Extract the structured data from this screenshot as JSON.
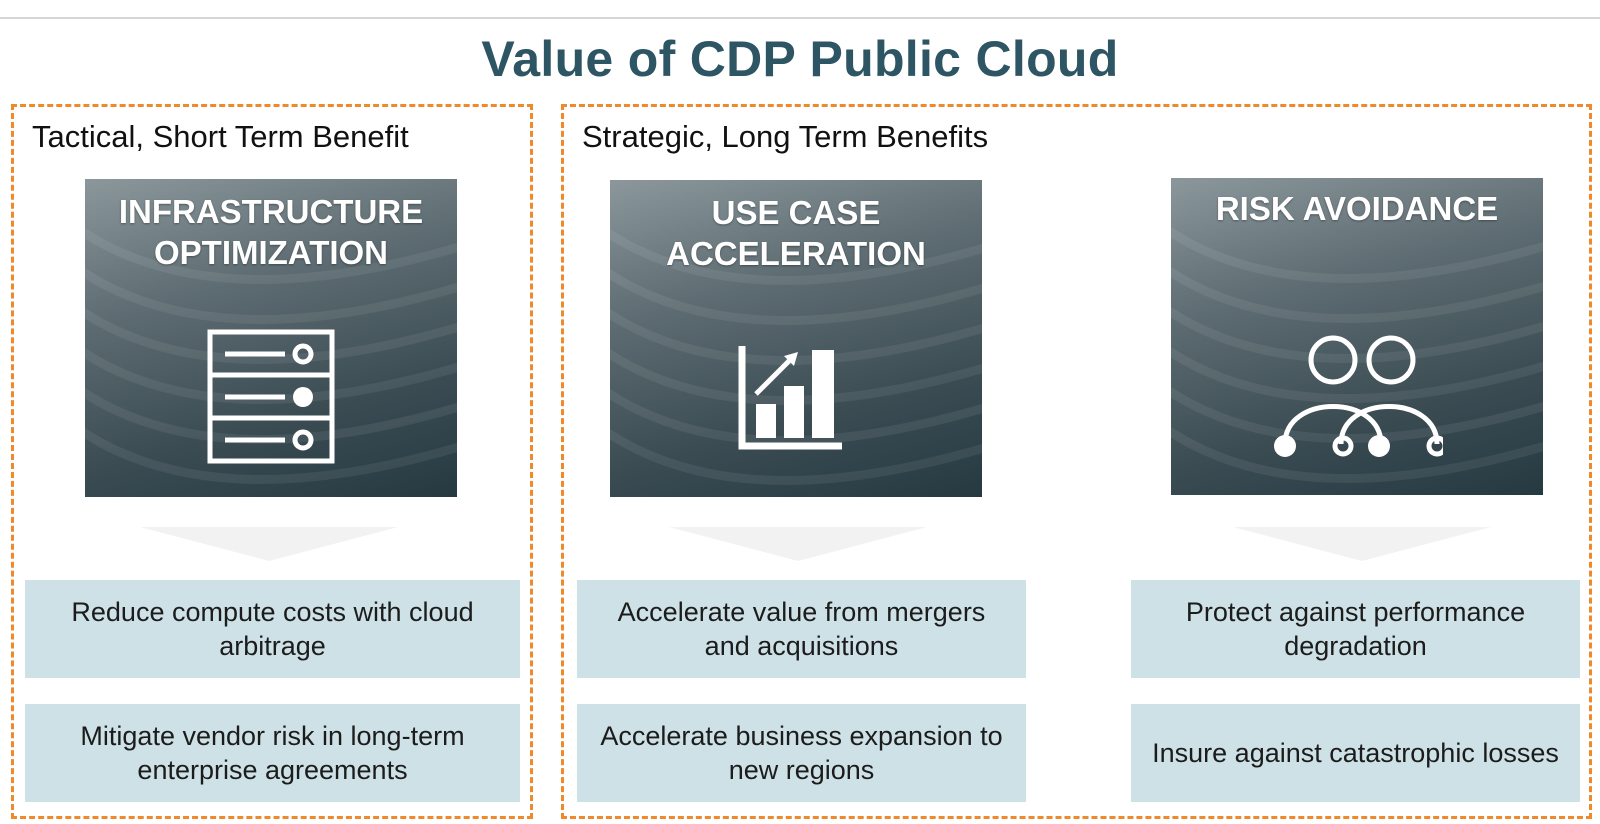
{
  "title": "Value of CDP Public Cloud",
  "groups": [
    {
      "heading": "Tactical, Short Term Benefit",
      "columns": [
        {
          "tile_title": "INFRASTRUCTURE\nOPTIMIZATION",
          "icon": "server-rack-icon",
          "benefits": [
            "Reduce compute costs with cloud arbitrage",
            "Mitigate vendor risk in long-term enterprise agreements"
          ]
        }
      ]
    },
    {
      "heading": "Strategic, Long Term Benefits",
      "columns": [
        {
          "tile_title": "USE CASE\nACCELERATION",
          "icon": "growth-chart-icon",
          "benefits": [
            "Accelerate value from mergers and acquisitions",
            "Accelerate business expansion to new regions"
          ]
        },
        {
          "tile_title": "RISK AVOIDANCE",
          "icon": "people-connection-icon",
          "benefits": [
            "Protect against performance degradation",
            "Insure against catastrophic losses"
          ]
        }
      ]
    }
  ],
  "colors": {
    "title": "#2e5564",
    "dashed_border": "#ee8a2c",
    "benefit_box": "#cde1e6",
    "tile_dark": "#263941"
  }
}
